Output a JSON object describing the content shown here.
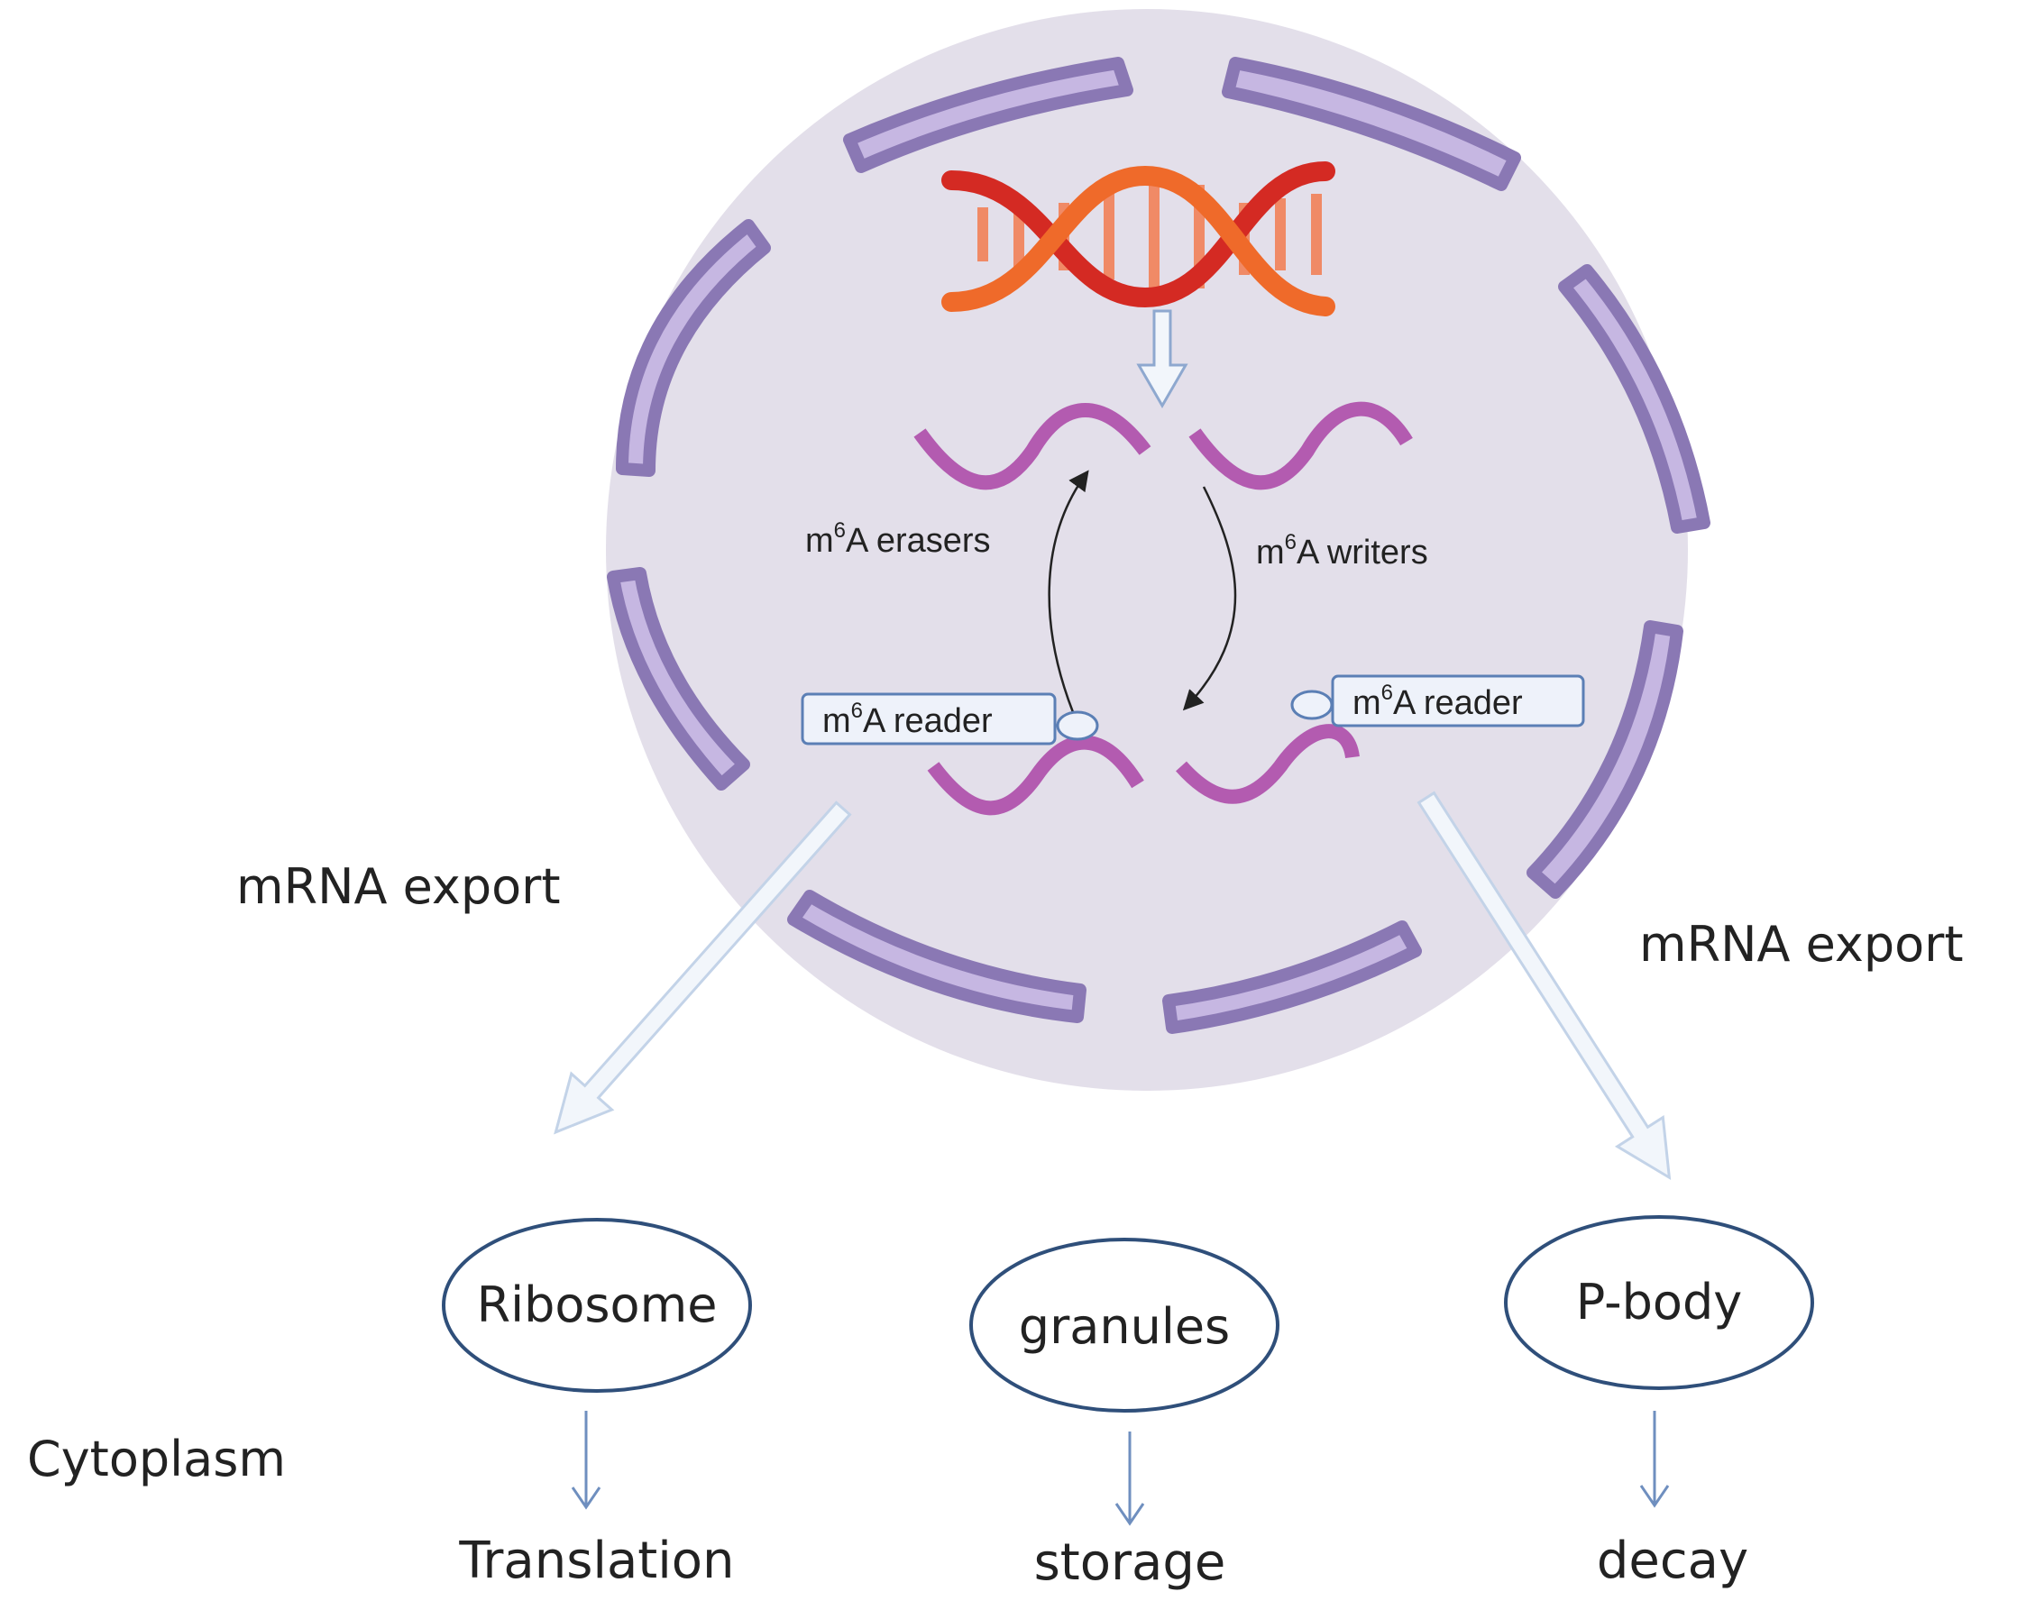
{
  "labels": {
    "m6a_erasers": {
      "base": "m",
      "sup": "6",
      "rest": "A erasers"
    },
    "m6a_writers": {
      "base": "m",
      "sup": "6",
      "rest": "A writers"
    },
    "m6a_reader_left": {
      "base": "m",
      "sup": "6",
      "rest": "A reader"
    },
    "m6a_reader_right": {
      "base": "m",
      "sup": "6",
      "rest": "A reader"
    },
    "mrna_export_left": "mRNA export",
    "mrna_export_right": "mRNA export",
    "cytoplasm": "Cytoplasm"
  },
  "organelles": [
    {
      "name": "Ribosome",
      "outcome": "Translation"
    },
    {
      "name": "granules",
      "outcome": "storage"
    },
    {
      "name": "P-body",
      "outcome": "decay"
    }
  ],
  "colors": {
    "nucleus_fill": "#e3dfea",
    "envelope_fill": "#c6b7e2",
    "envelope_stroke": "#8a78b4",
    "mrna": "#b35bb0",
    "dna_red": "#d42a23",
    "dna_orange": "#ef6a2a",
    "export_arrow": "#d6e2f1",
    "reader_border": "#5b7fb5",
    "oval_border": "#2f4f7a",
    "small_arrow": "#6f8fbf"
  }
}
